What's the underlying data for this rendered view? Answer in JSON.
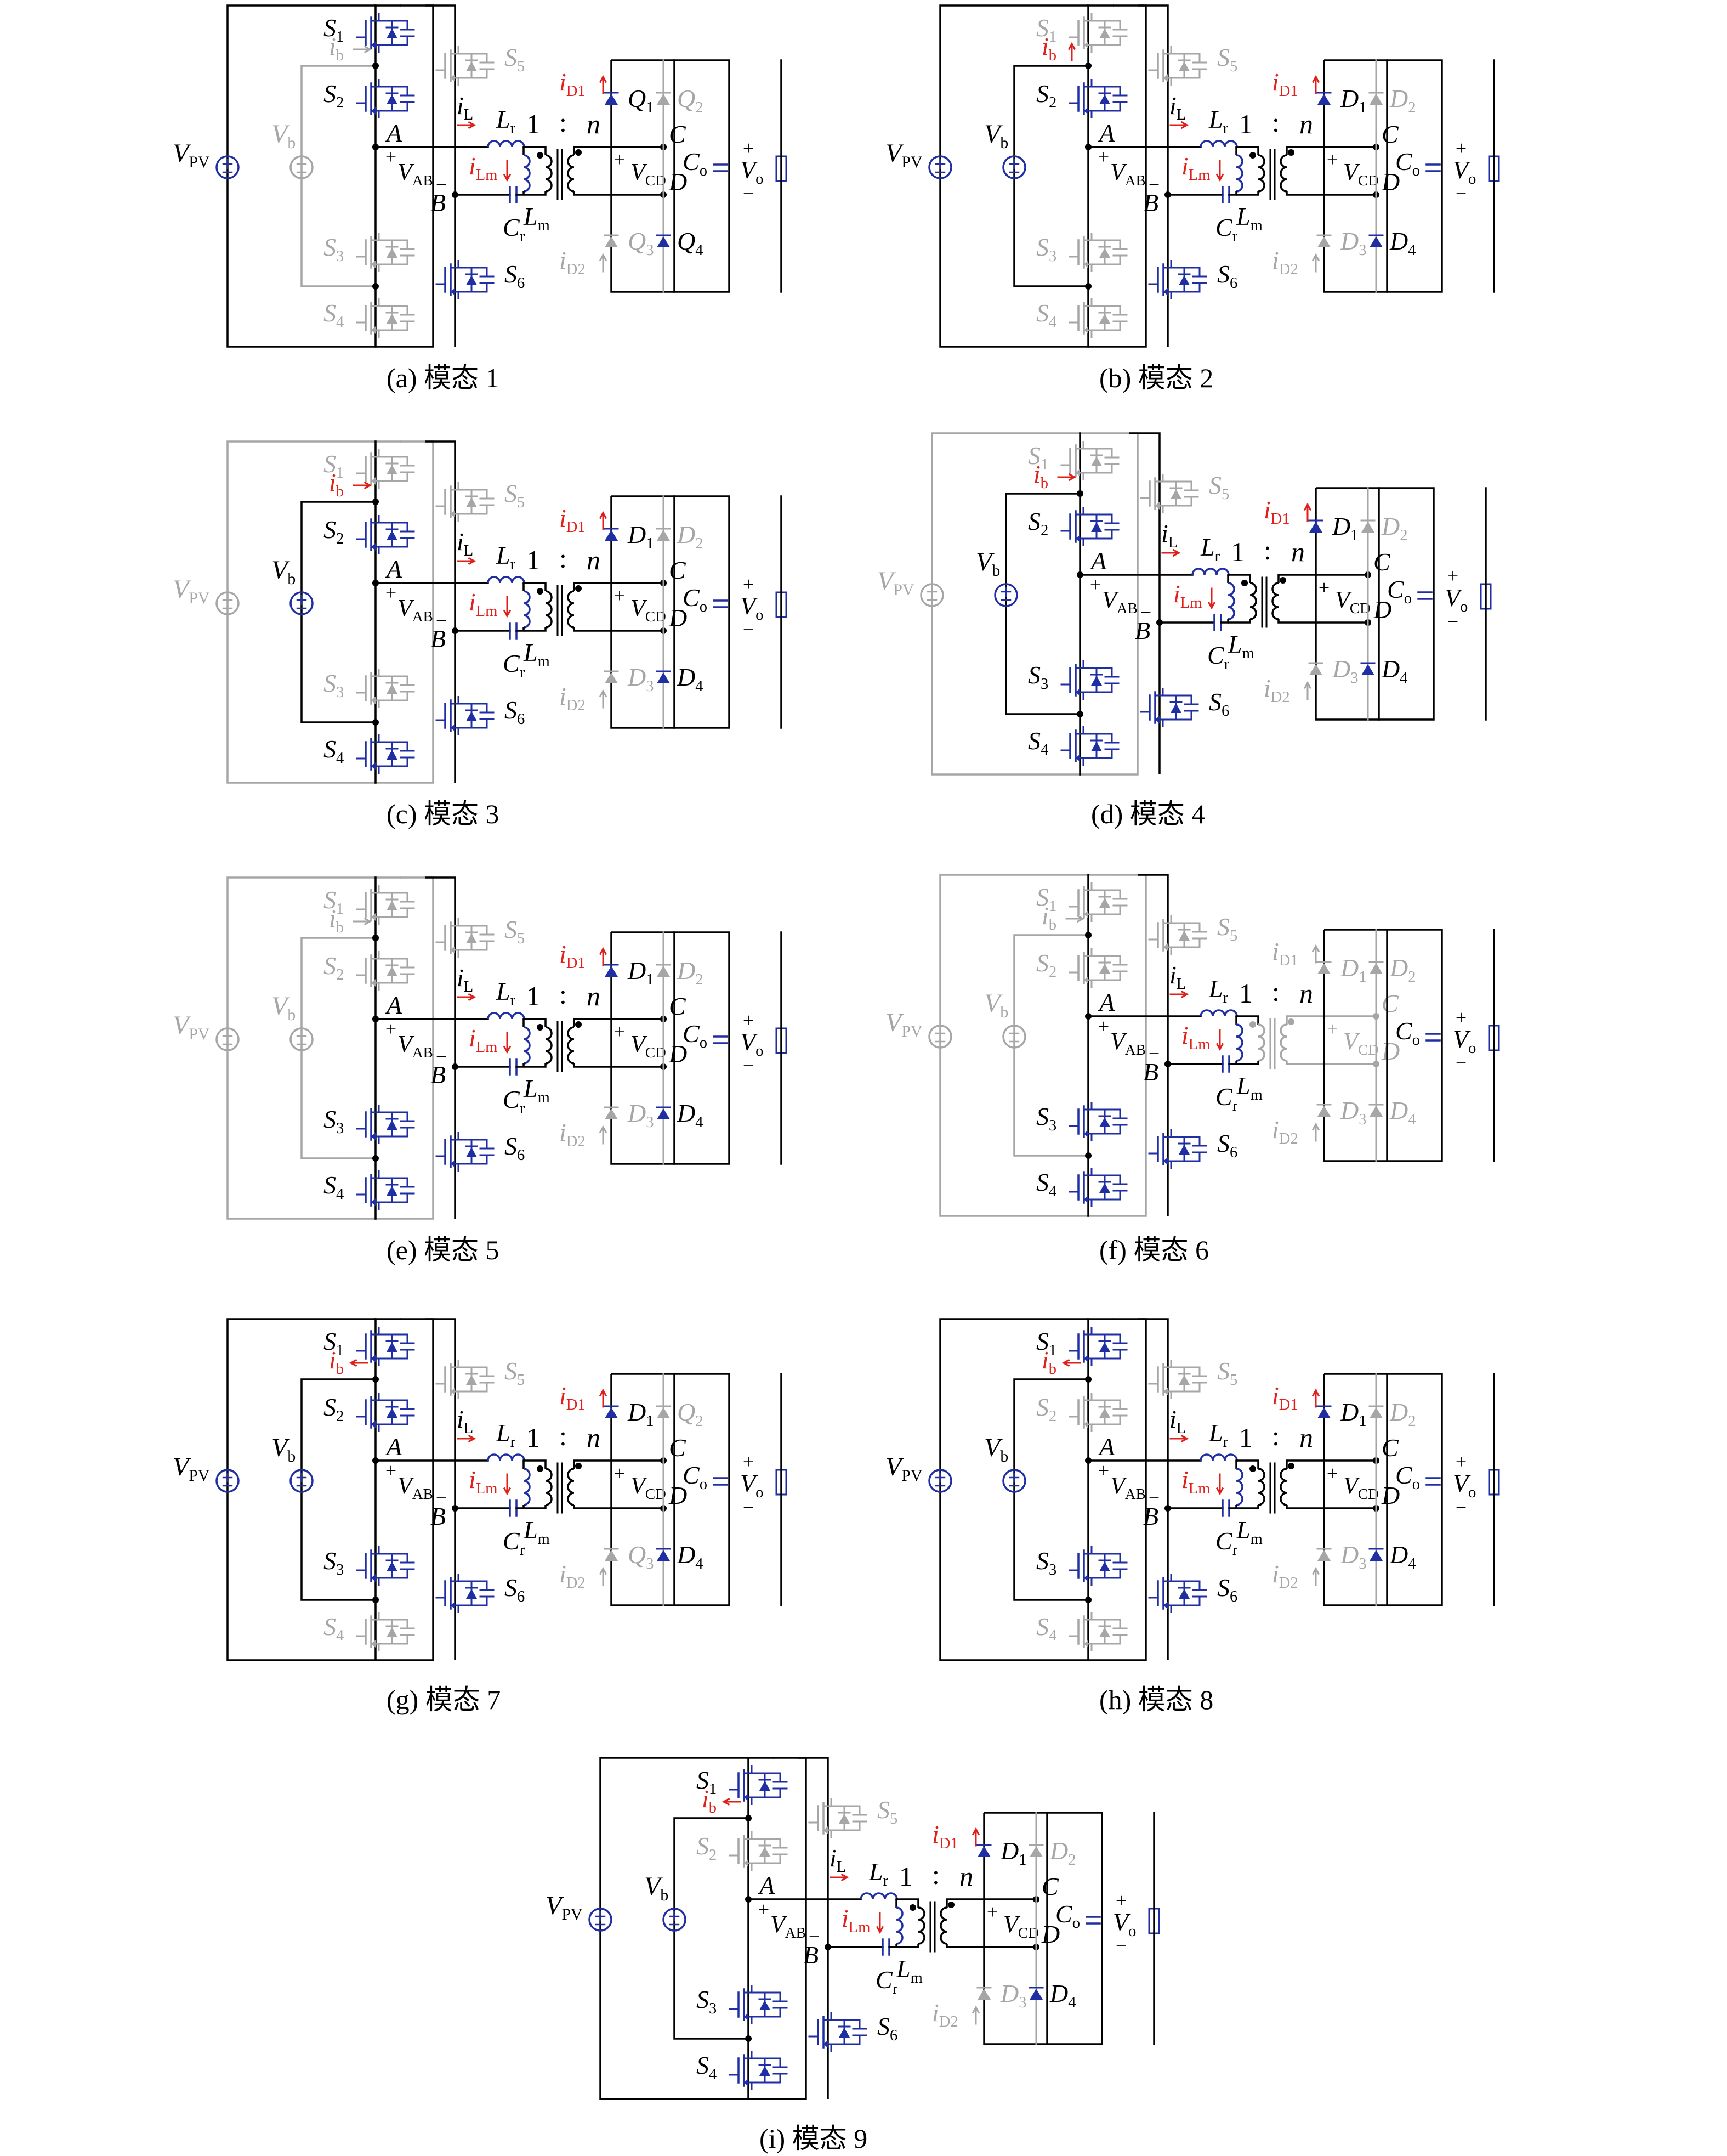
{
  "labels": {
    "turns_one": "1",
    "turns_colon": ":",
    "turns_n": "n",
    "vpv_main": "V",
    "vpv_sub": "PV",
    "vb_main": "V",
    "vb_sub": "b",
    "node_a": "A",
    "node_b": "B",
    "node_c": "C",
    "node_d": "D",
    "lr_main": "L",
    "lr_sub": "r",
    "lm_main": "L",
    "lm_sub": "m",
    "cr_main": "C",
    "cr_sub": "r",
    "co_main": "C",
    "co_sub": "o",
    "vo_main": "V",
    "vo_sub": "o",
    "vab_main": "V",
    "vab_sub": "AB",
    "vcd_main": "V",
    "vcd_sub": "CD",
    "il_main": "i",
    "il_sub": "L",
    "ilm_main": "i",
    "ilm_sub": "Lm",
    "ib_main": "i",
    "ib_sub": "b",
    "id1_main": "i",
    "id1_sub": "D1",
    "id2_main": "i",
    "id2_sub": "D2",
    "s_main": "S",
    "s1_sub": "1",
    "s2_sub": "2",
    "s3_sub": "3",
    "s4_sub": "4",
    "s5_sub": "5",
    "s6_sub": "6",
    "q_main": "Q",
    "d_main": "D",
    "r1_sub": "1",
    "r2_sub": "2",
    "r3_sub": "3",
    "r4_sub": "4",
    "plus": "+",
    "minus": "−"
  },
  "colors": {
    "active": "#1f2ea3",
    "inactive": "#a6a6a6",
    "wire": "#000000",
    "current_arrow": "#e0201a"
  },
  "panels": [
    {
      "id": "a",
      "caption": "(a) 模态 1",
      "vpv_on": true,
      "vb_on": false,
      "s_on": [
        true,
        true,
        false,
        false,
        false,
        true
      ],
      "rect_names": [
        "Q",
        "Q",
        "Q",
        "Q"
      ],
      "rect_on": [
        true,
        false,
        false,
        true
      ],
      "ib_on": false,
      "ib_dir": "right",
      "id1_on": true,
      "id2_on": false,
      "cd_on": true,
      "il_on": true,
      "ilm_on": true
    },
    {
      "id": "b",
      "caption": "(b) 模态 2",
      "vpv_on": true,
      "vb_on": true,
      "s_on": [
        false,
        true,
        false,
        false,
        false,
        true
      ],
      "rect_names": [
        "D",
        "D",
        "D",
        "D"
      ],
      "rect_on": [
        true,
        false,
        false,
        true
      ],
      "ib_on": true,
      "ib_dir": "up",
      "id1_on": true,
      "id2_on": false,
      "cd_on": true,
      "il_on": true,
      "ilm_on": true
    },
    {
      "id": "c",
      "caption": "(c) 模态 3",
      "vpv_on": false,
      "vb_on": true,
      "s_on": [
        false,
        true,
        false,
        true,
        false,
        true
      ],
      "rect_names": [
        "D",
        "D",
        "D",
        "D"
      ],
      "rect_on": [
        true,
        false,
        false,
        true
      ],
      "ib_on": true,
      "ib_dir": "right",
      "id1_on": true,
      "id2_on": false,
      "cd_on": true,
      "il_on": true,
      "ilm_on": true
    },
    {
      "id": "d",
      "caption": "(d) 模态 4",
      "vpv_on": false,
      "vb_on": true,
      "s_on": [
        false,
        true,
        true,
        true,
        false,
        true
      ],
      "rect_names": [
        "D",
        "D",
        "D",
        "D"
      ],
      "rect_on": [
        true,
        false,
        false,
        true
      ],
      "ib_on": true,
      "ib_dir": "right",
      "id1_on": true,
      "id2_on": false,
      "cd_on": true,
      "il_on": true,
      "ilm_on": true
    },
    {
      "id": "e",
      "caption": "(e) 模态 5",
      "vpv_on": false,
      "vb_on": false,
      "s_on": [
        false,
        false,
        true,
        true,
        false,
        true
      ],
      "rect_names": [
        "D",
        "D",
        "D",
        "D"
      ],
      "rect_on": [
        true,
        false,
        false,
        true
      ],
      "ib_on": false,
      "ib_dir": "right",
      "id1_on": true,
      "id2_on": false,
      "cd_on": true,
      "il_on": true,
      "ilm_on": true
    },
    {
      "id": "f",
      "caption": "(f) 模态 6",
      "vpv_on": false,
      "vb_on": false,
      "s_on": [
        false,
        false,
        true,
        true,
        false,
        true
      ],
      "rect_names": [
        "D",
        "D",
        "D",
        "D"
      ],
      "rect_on": [
        false,
        false,
        false,
        false
      ],
      "ib_on": false,
      "ib_dir": "right",
      "id1_on": false,
      "id2_on": false,
      "cd_on": false,
      "il_on": true,
      "ilm_on": true
    },
    {
      "id": "g",
      "caption": "(g) 模态 7",
      "vpv_on": true,
      "vb_on": true,
      "s_on": [
        true,
        true,
        true,
        false,
        false,
        true
      ],
      "rect_names": [
        "D",
        "Q",
        "Q",
        "D"
      ],
      "rect_on": [
        true,
        false,
        false,
        true
      ],
      "ib_on": true,
      "ib_dir": "left",
      "id1_on": true,
      "id2_on": false,
      "cd_on": true,
      "il_on": true,
      "ilm_on": true
    },
    {
      "id": "h",
      "caption": "(h) 模态 8",
      "vpv_on": true,
      "vb_on": true,
      "s_on": [
        true,
        false,
        true,
        false,
        false,
        true
      ],
      "rect_names": [
        "D",
        "D",
        "D",
        "D"
      ],
      "rect_on": [
        true,
        false,
        false,
        true
      ],
      "ib_on": true,
      "ib_dir": "left",
      "id1_on": true,
      "id2_on": false,
      "cd_on": true,
      "il_on": true,
      "ilm_on": true
    },
    {
      "id": "i",
      "caption": "(i) 模态 9",
      "vpv_on": true,
      "vb_on": true,
      "s_on": [
        true,
        false,
        true,
        true,
        false,
        true
      ],
      "rect_names": [
        "D",
        "D",
        "D",
        "D"
      ],
      "rect_on": [
        true,
        false,
        false,
        true
      ],
      "ib_on": true,
      "ib_dir": "left",
      "id1_on": true,
      "id2_on": false,
      "cd_on": true,
      "il_on": true,
      "ilm_on": true
    }
  ]
}
